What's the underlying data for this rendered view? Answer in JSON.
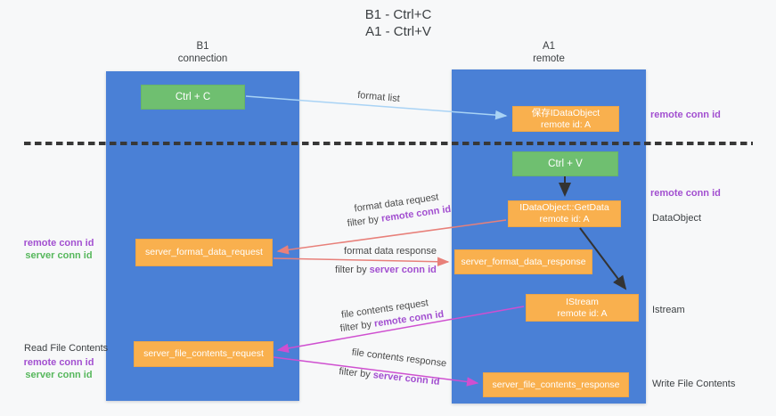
{
  "title": {
    "line1": "B1 - Ctrl+C",
    "line2": "A1 - Ctrl+V"
  },
  "columns": {
    "left": {
      "name": "B1",
      "role": "connection"
    },
    "right": {
      "name": "A1",
      "role": "remote"
    }
  },
  "nodes": {
    "ctrl_c": {
      "label": "Ctrl + C"
    },
    "ctrl_v": {
      "label": "Ctrl + V"
    },
    "saved_dataobject": {
      "line1": "保存IDataObject",
      "line2": "remote id: A"
    },
    "getdata": {
      "line1": "IDataObject::GetData",
      "line2": "remote id: A"
    },
    "istream": {
      "line1": "IStream",
      "line2": "remote id: A"
    },
    "format_request": {
      "label": "server_format_data_request"
    },
    "format_response": {
      "label": "server_format_data_response"
    },
    "file_request": {
      "label": "server_file_contents_request"
    },
    "file_response": {
      "label": "server_file_contents_response"
    }
  },
  "left_annotations": {
    "remote_conn_id": "remote conn id",
    "server_conn_id": "server conn id",
    "read_file_contents": "Read File Contents",
    "remote_conn_id_2": "remote conn id",
    "server_conn_id_2": "server conn id"
  },
  "right_annotations": {
    "remote_conn_id_top": "remote conn id",
    "remote_conn_id_mid": "remote conn id",
    "dataobject": "DataObject",
    "istream": "Istream",
    "write_file_contents": "Write File Contents"
  },
  "arrows": {
    "format_list": "format list",
    "format_data_request": "format data request",
    "format_data_request_filter_prefix": "filter by ",
    "format_data_request_filter_key": "remote conn id",
    "format_data_response": "format data response",
    "format_data_response_filter_prefix": "filter by ",
    "format_data_response_filter_key": "server conn id",
    "file_contents_request": "file contents request",
    "file_contents_request_filter_prefix": "filter by ",
    "file_contents_request_filter_key": "remote conn id",
    "file_contents_response": "file contents response",
    "file_contents_response_filter_prefix": "filter by ",
    "file_contents_response_filter_key": "server conn id"
  },
  "colors": {
    "column_blue": "#4a80d6",
    "node_green": "#6fbf70",
    "node_orange": "#f9b04e",
    "remote_conn_purple": "#a24fd0",
    "server_conn_green": "#56b75c",
    "arrow_lightblue": "#a9d3f5",
    "arrow_salmon": "#e8807a",
    "arrow_magenta": "#cf4fd0",
    "arrow_black": "#333333",
    "text_dark": "#3c4043",
    "background": "#f7f8f9"
  }
}
